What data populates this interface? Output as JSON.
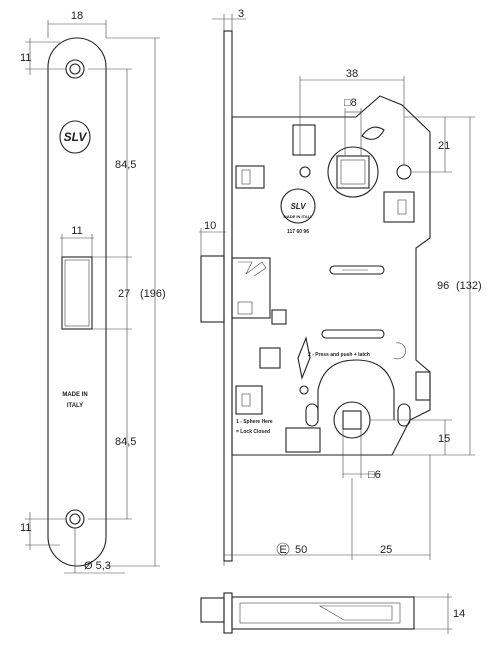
{
  "faceplate": {
    "width": "18",
    "hole_offset_top": "11",
    "hole_offset_bottom": "11",
    "seg_upper": "84,5",
    "seg_mid": "27",
    "seg_total": "(196)",
    "seg_lower": "84,5",
    "latch_width": "11",
    "hole_dia": "Ø 5,3",
    "made_in_line1": "MADE IN",
    "made_in_line2": "ITALY",
    "logo_mark": "SLV"
  },
  "body": {
    "plate_thickness": "3",
    "latch_projection": "10",
    "spindle_center": "38",
    "square_size": "□8",
    "top_offset": "21",
    "height": "96",
    "height_total": "(132)",
    "bottom_offset": "15",
    "cylinder_square": "□6",
    "backset_symbol": "E",
    "backset": "50",
    "right_part": "25",
    "logo_line1": "MADE IN ITALY",
    "code": "117 60 96",
    "instruction_2": "2 - Press and push + latch",
    "instruction_1a": "1 - Sphere Here",
    "instruction_1b": "= Lock Closed"
  },
  "bottom_view": {
    "depth": "14"
  }
}
